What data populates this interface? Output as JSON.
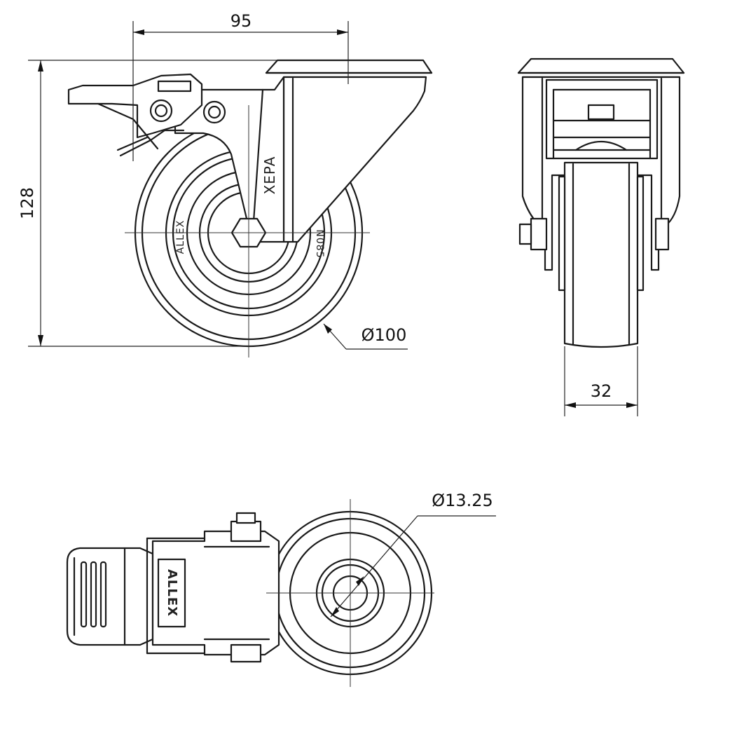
{
  "dimensions": {
    "width_95": "95",
    "height_128": "128",
    "wheel_diameter": "Ø100",
    "wheel_width": "32",
    "bolt_diameter": "Ø13.25"
  },
  "markings": {
    "bracket_brand": "XEPA",
    "wheel_brand_left": "ALLEX",
    "wheel_code_right": "N085",
    "brake_brand": "ALLEX"
  }
}
